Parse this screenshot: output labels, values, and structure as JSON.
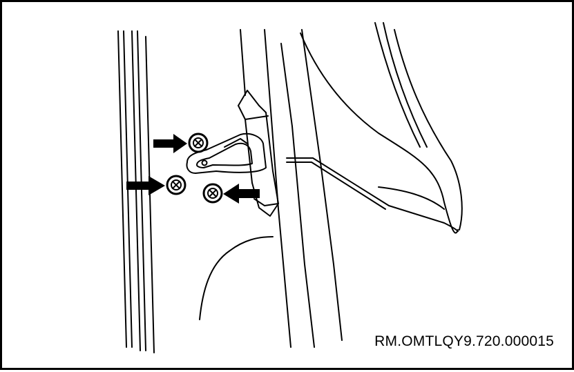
{
  "figure": {
    "reference_code": "RM.OMTLQY9.720.000015",
    "line_color": "#000000",
    "background_color": "#ffffff"
  },
  "callouts": [
    {
      "name": "screw-upper",
      "icon": "screw-icon"
    },
    {
      "name": "screw-left",
      "icon": "screw-icon"
    },
    {
      "name": "screw-lower",
      "icon": "screw-icon"
    }
  ]
}
